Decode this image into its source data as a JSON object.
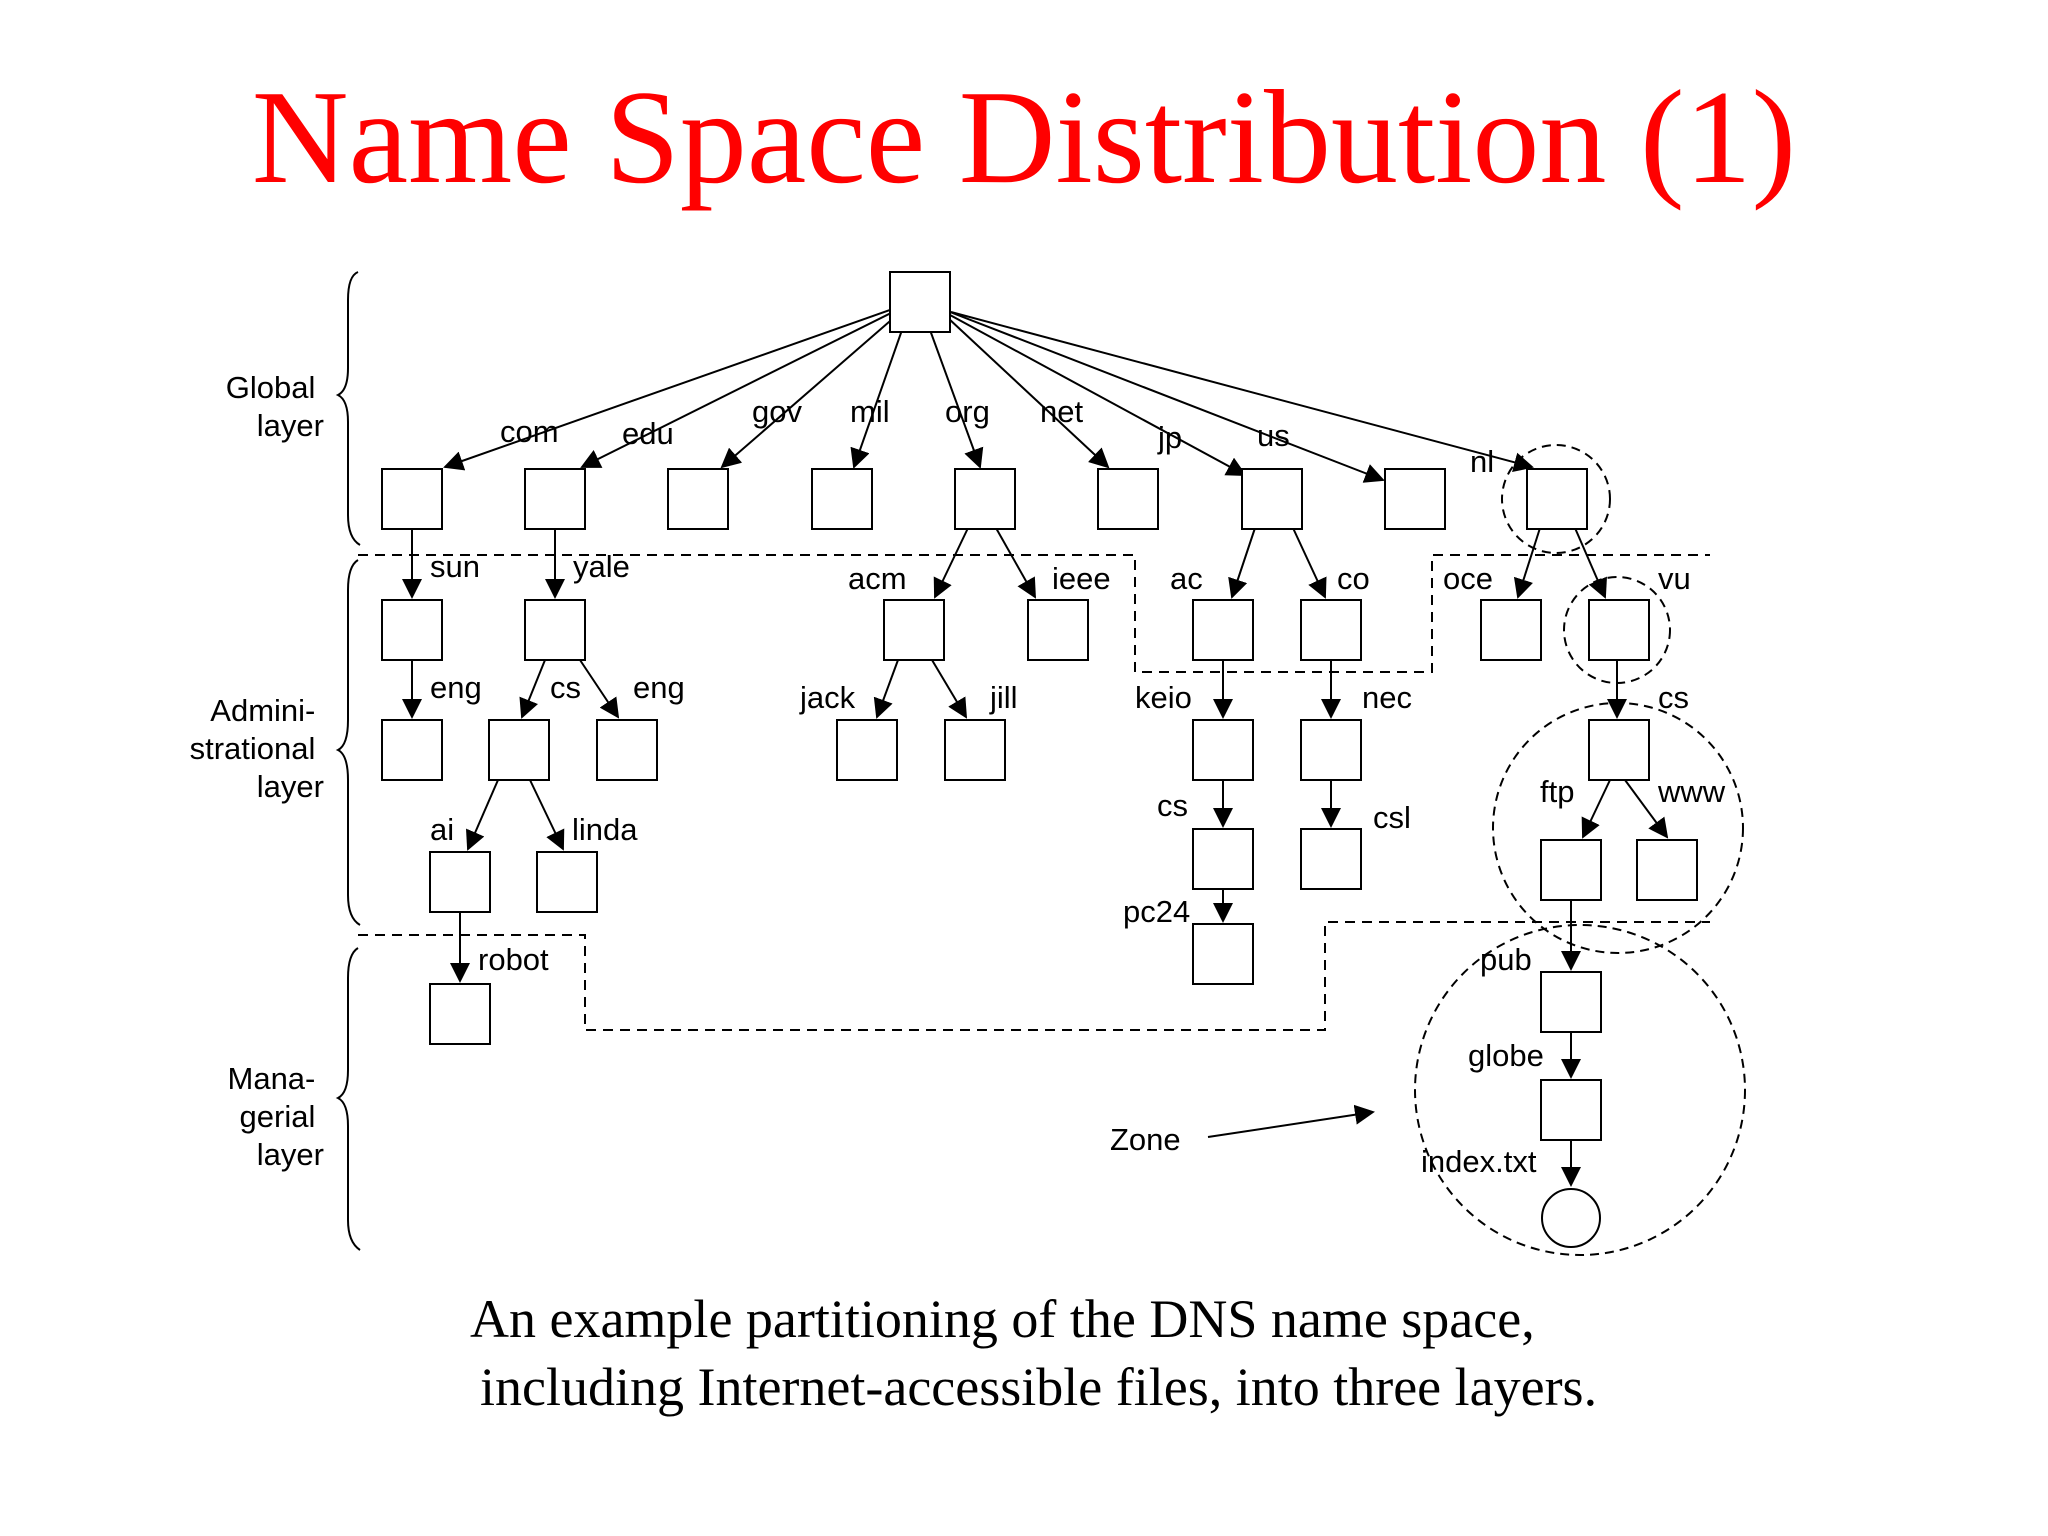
{
  "title": "Name Space Distribution (1)",
  "layers": {
    "global": [
      "Global",
      "layer"
    ],
    "administrational": [
      "Admini-",
      "strational",
      "layer"
    ],
    "managerial": [
      "Mana-",
      "gerial",
      "layer"
    ]
  },
  "labels": {
    "com": "com",
    "edu": "edu",
    "gov": "gov",
    "mil": "mil",
    "org": "org",
    "net": "net",
    "jp": "jp",
    "us": "us",
    "nl": "nl",
    "sun": "sun",
    "yale": "yale",
    "acm": "acm",
    "ieee": "ieee",
    "ac": "ac",
    "co": "co",
    "oce": "oce",
    "vu": "vu",
    "eng_sun": "eng",
    "cs_yale": "cs",
    "eng_yale": "eng",
    "jack": "jack",
    "jill": "jill",
    "keio": "keio",
    "nec": "nec",
    "cs_vu": "cs",
    "ai": "ai",
    "linda": "linda",
    "cs_keio": "cs",
    "csl": "csl",
    "ftp": "ftp",
    "www": "www",
    "pc24": "pc24",
    "robot": "robot",
    "pub": "pub",
    "globe": "globe",
    "index": "index.txt",
    "zone": "Zone"
  },
  "caption": {
    "line1": "An example partitioning of the DNS name space,",
    "line2": "including Internet-accessible files, into three layers."
  }
}
